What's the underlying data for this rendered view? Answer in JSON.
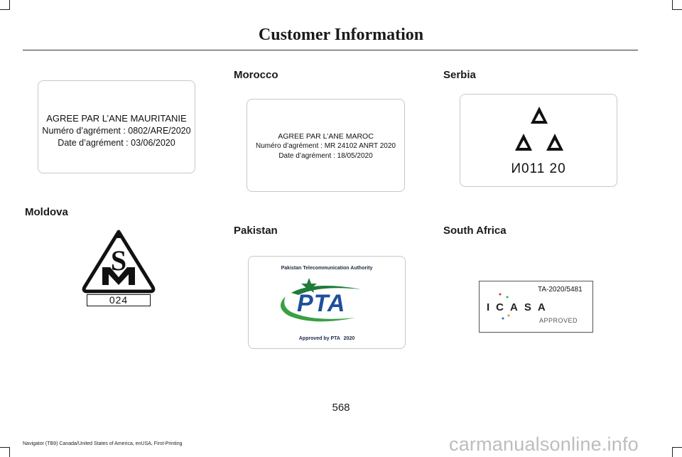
{
  "header": {
    "title": "Customer Information"
  },
  "mauritania": {
    "line1": "AGREE PAR L’ANE MAURITANIE",
    "line2": "Numéro d’agrément : 0802/ARE/2020",
    "line3": "Date d’agrément : 03/06/2020"
  },
  "morocco": {
    "heading": "Morocco",
    "line1": "AGREE PAR L’ANE MAROC",
    "line2": "Numéro d’agrément : MR 24102 ANRT 2020",
    "line3": "Date d’agrément : 18/05/2020"
  },
  "serbia": {
    "heading": "Serbia",
    "code": "И011 20"
  },
  "moldova": {
    "heading": "Moldova",
    "code": "024"
  },
  "pakistan": {
    "heading": "Pakistan",
    "authority": "Pakistan Telecommunication Authority",
    "logo": "PTA",
    "approved": "Approved by PTA",
    "year": "2020"
  },
  "south_africa": {
    "heading": "South Africa",
    "number": "TA-2020/5481",
    "logo": "ICASA",
    "approved": "APPROVED"
  },
  "footer": {
    "page_number": "568",
    "manual": "Navigator (TB9) Canada/United States of America, enUSA, First-Printing",
    "watermark": "carmanualsonline.info"
  }
}
